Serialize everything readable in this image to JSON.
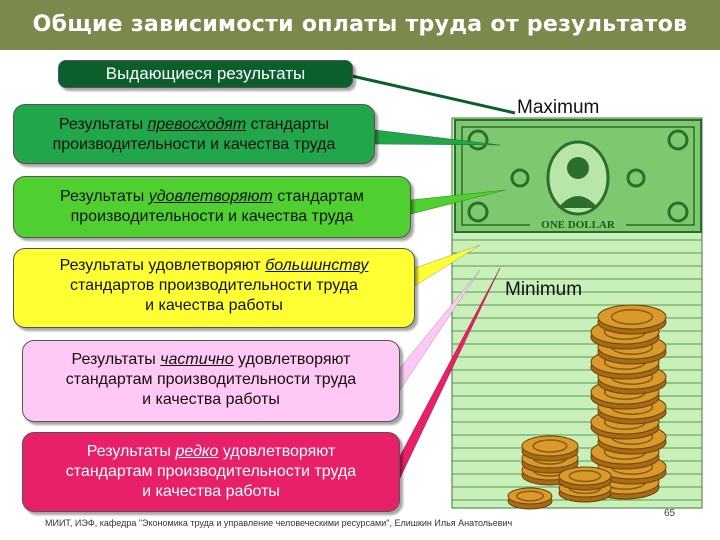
{
  "title": "Общие зависимости оплаты труда от результатов",
  "levels": [
    {
      "parts": [
        "Выдающиеся результаты"
      ]
    },
    {
      "line1_pre": "Результаты ",
      "line1_em": "превосходят",
      "line1_post": " стандарты",
      "line2": "производительности и качества труда"
    },
    {
      "line1_pre": "Результаты ",
      "line1_em": "удовлетворяют",
      "line1_post": " стандартам",
      "line2": "производительности и качества труда"
    },
    {
      "line1_pre": "Результаты удовлетворяют ",
      "line1_em": "большинству",
      "line2": "стандартов производительности труда",
      "line3": "и качества работы"
    },
    {
      "line1_pre": "Результаты ",
      "line1_em": "частично",
      "line1_post": " удовлетворяют",
      "line2": "стандартам производительности труда",
      "line3": "и качества работы"
    },
    {
      "line1_pre": "Результаты ",
      "line1_em": "редко",
      "line1_post": " удовлетворяют",
      "line2": "стандартам производительности труда",
      "line3": "и качества работы"
    }
  ],
  "maximum_label": "Maximum",
  "minimum_label": "Minimum",
  "bill_text": "ONE DOLLAR",
  "footer": "МИИТ, ИЭФ, кафедра \"Экономика труда и управление человеческими ресурсами\", Елишкин Илья Анатольевич",
  "page_number": "65",
  "colors": {
    "title_bg": "#7b8a4c",
    "level1": "#0a5f2c",
    "level2": "#22a64a",
    "level3": "#4fd030",
    "level4": "#ffff33",
    "level5": "#ffc8f5",
    "level6": "#e8206a",
    "ladder": "#c8f0b8",
    "coin": "#d99a2b"
  }
}
